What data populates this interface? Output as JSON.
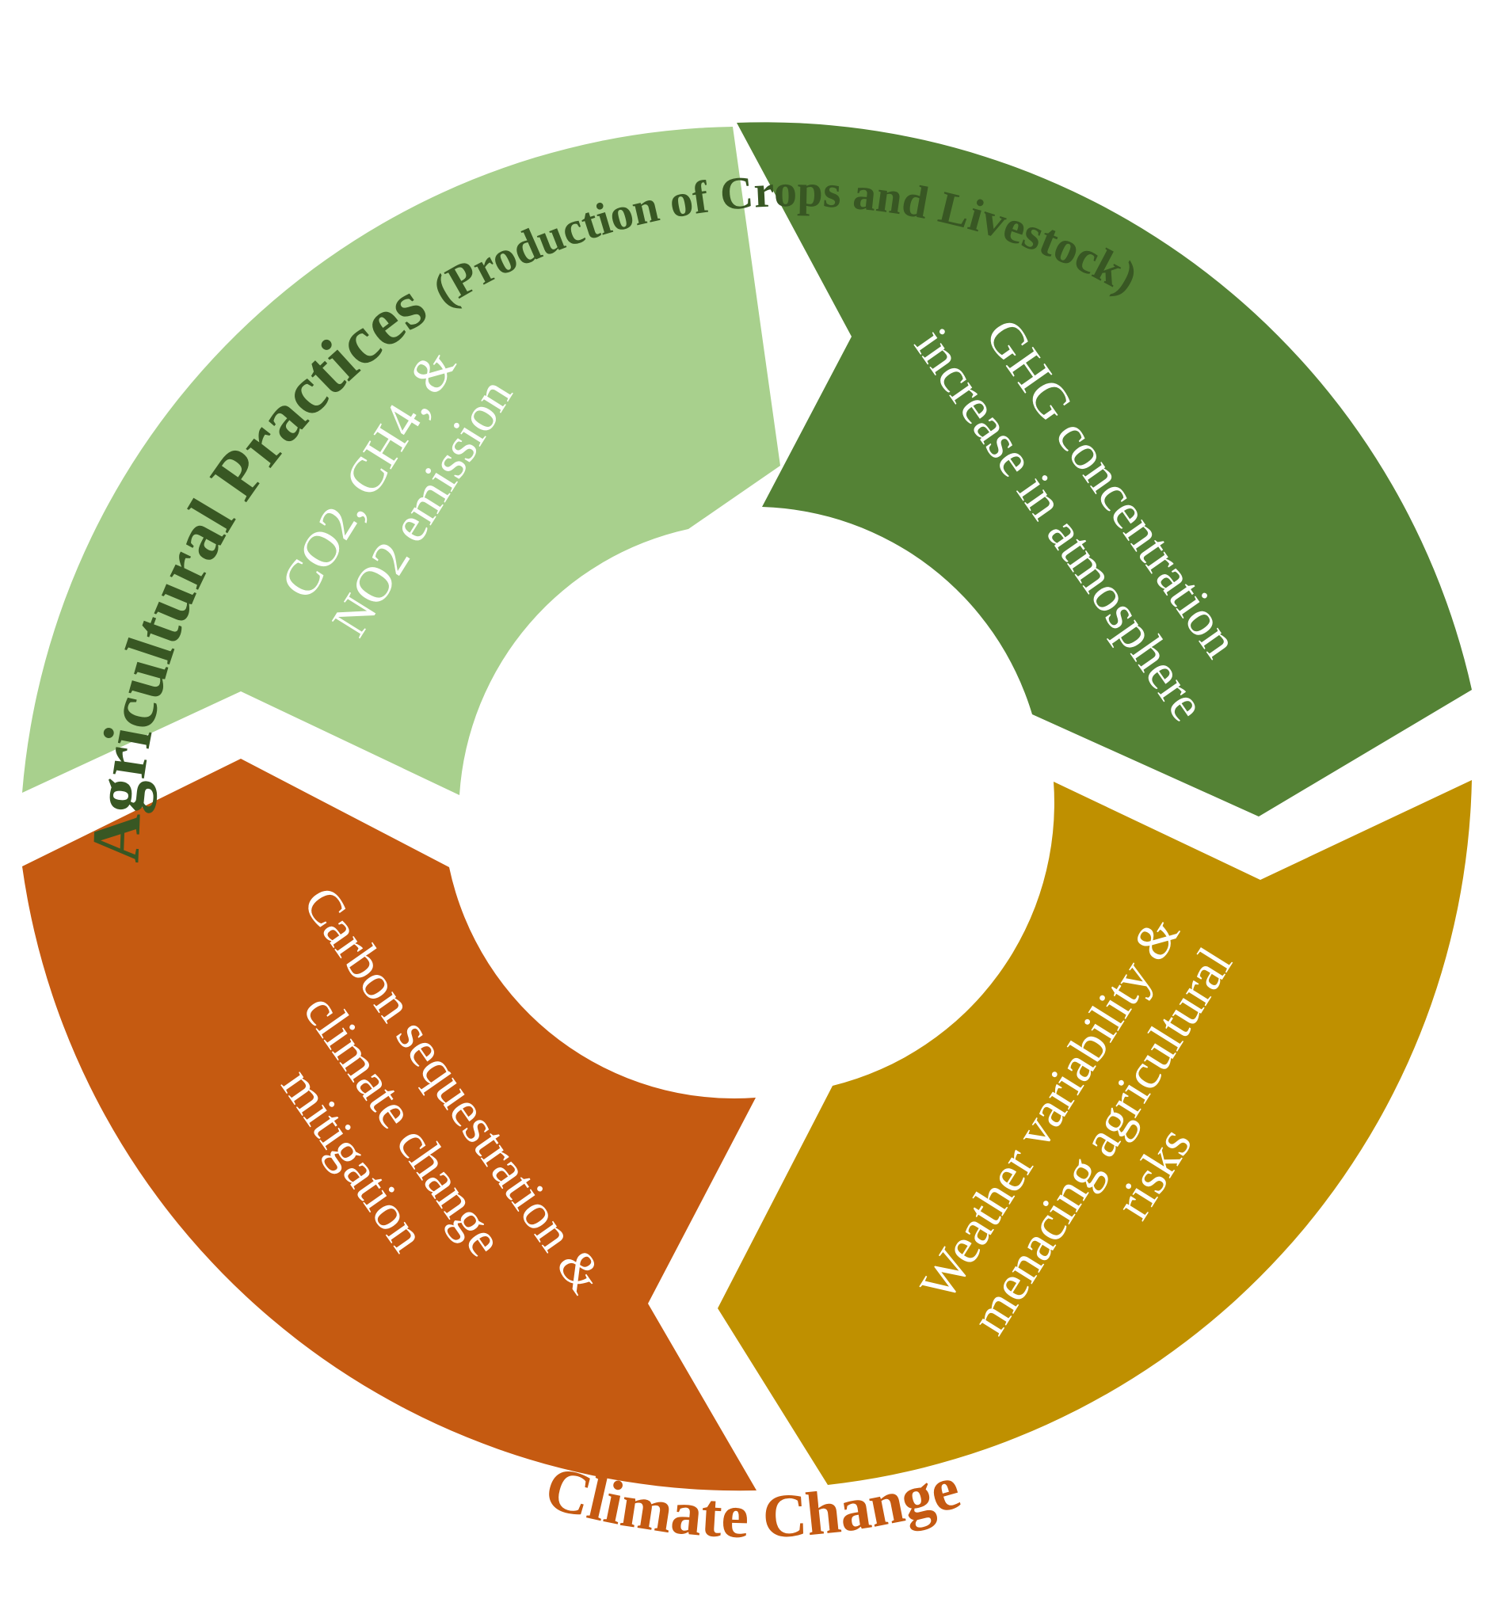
{
  "header": {
    "title_main": "Agricultural Practices",
    "title_sub": "(Production of Crops and Livestock)"
  },
  "footer": {
    "title": "Climate Change"
  },
  "segments": [
    {
      "id": "emission",
      "lines": [
        "CO2, CH4, &",
        "NO2 emission"
      ]
    },
    {
      "id": "ghg",
      "lines": [
        "GHG concentration",
        "increase in atmosphere"
      ]
    },
    {
      "id": "weather",
      "lines": [
        "Weather variability &",
        "menacing agricultural",
        "risks"
      ]
    },
    {
      "id": "carbon",
      "lines": [
        "Carbon sequestration &",
        "climate change",
        "mitigation"
      ]
    }
  ],
  "colors": {
    "emission": "#a8d08d",
    "ghg": "#548235",
    "weather": "#bf9000",
    "carbon": "#c55a11",
    "title_main": "#385723",
    "title_footer": "#c55a11",
    "segment_text": "#ffffff"
  }
}
